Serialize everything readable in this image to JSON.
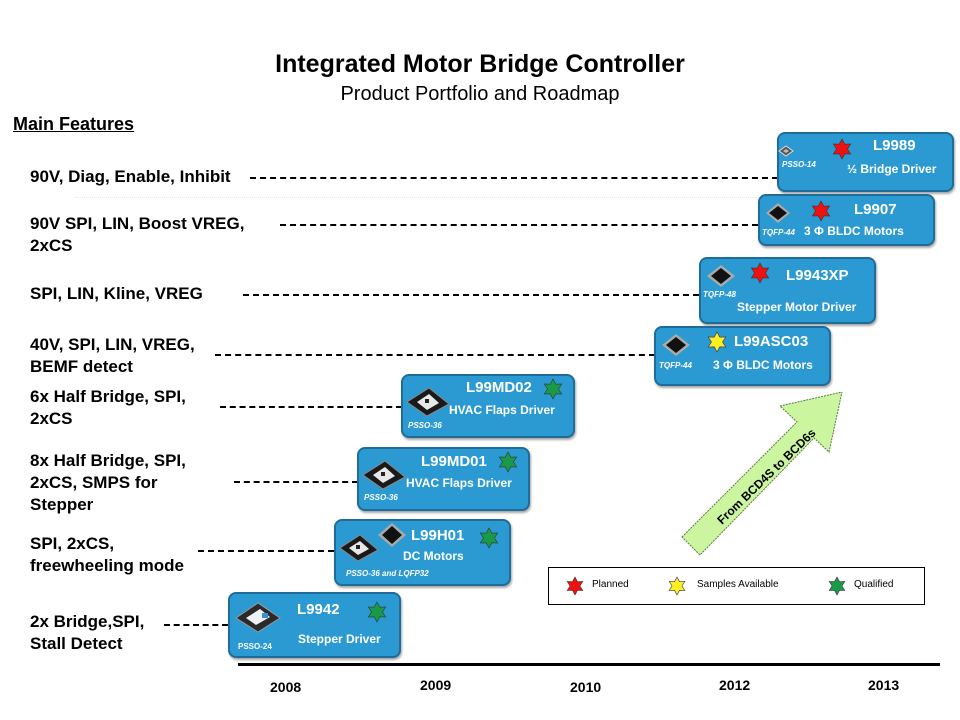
{
  "title": "Integrated Motor Bridge Controller",
  "subtitle": "Product Portfolio and Roadmap",
  "main_features_heading": "Main Features",
  "features": [
    {
      "lines": [
        "90V, Diag, Enable, Inhibit"
      ]
    },
    {
      "lines": [
        "90V SPI, LIN, Boost VREG,",
        "2xCS"
      ]
    },
    {
      "lines": [
        "SPI, LIN, Kline, VREG"
      ]
    },
    {
      "lines": [
        "40V, SPI, LIN, VREG,",
        "BEMF detect"
      ]
    },
    {
      "lines": [
        "6x Half Bridge, SPI,",
        "2xCS"
      ]
    },
    {
      "lines": [
        "8x Half Bridge, SPI,",
        "2xCS, SMPS for",
        "Stepper"
      ]
    },
    {
      "lines": [
        "SPI, 2xCS,",
        "freewheeling mode"
      ]
    },
    {
      "lines": [
        "2x Bridge,SPI,",
        "Stall Detect"
      ]
    }
  ],
  "products": [
    {
      "name": "L9989",
      "desc": "½ Bridge Driver",
      "package": "PSSO-14",
      "status": "Planned"
    },
    {
      "name": "L9907",
      "desc": "3 Φ BLDC  Motors",
      "package": "TQFP-44",
      "status": "Planned"
    },
    {
      "name": "L9943XP",
      "desc": "Stepper Motor  Driver",
      "package": "TQFP-48",
      "status": "Planned"
    },
    {
      "name": "L99ASC03",
      "desc": "3 Φ BLDC  Motors",
      "package": "TQFP-44",
      "status": "Samples Available"
    },
    {
      "name": "L99MD02",
      "desc": "HVAC  Flaps Driver",
      "package": "PSSO-36",
      "status": "Qualified"
    },
    {
      "name": "L99MD01",
      "desc": "HVAC  Flaps Driver",
      "package": "PSSO-36",
      "status": "Qualified"
    },
    {
      "name": "L99H01",
      "desc": "DC Motors",
      "package": "PSSO-36 and LQFP32",
      "status": "Qualified"
    },
    {
      "name": "L9942",
      "desc": "Stepper Driver",
      "package": "PSSO-24",
      "status": "Qualified"
    }
  ],
  "timeline_years": [
    "2008",
    "2009",
    "2010",
    "2012",
    "2013"
  ],
  "technology_arrow": "From BCD4S  to BCD6s",
  "legend": [
    {
      "label": "Planned",
      "color": "#ee1111"
    },
    {
      "label": "Samples  Available",
      "color": "#ffee22"
    },
    {
      "label": "Qualified",
      "color": "#1a9a48"
    }
  ],
  "colors": {
    "card_fill": "#2c9ad2",
    "card_border": "#1f6c99",
    "arrow_fill": "#ccf5a0",
    "planned": "#ee1111",
    "samples": "#ffee22",
    "qualified": "#1a9a48"
  }
}
